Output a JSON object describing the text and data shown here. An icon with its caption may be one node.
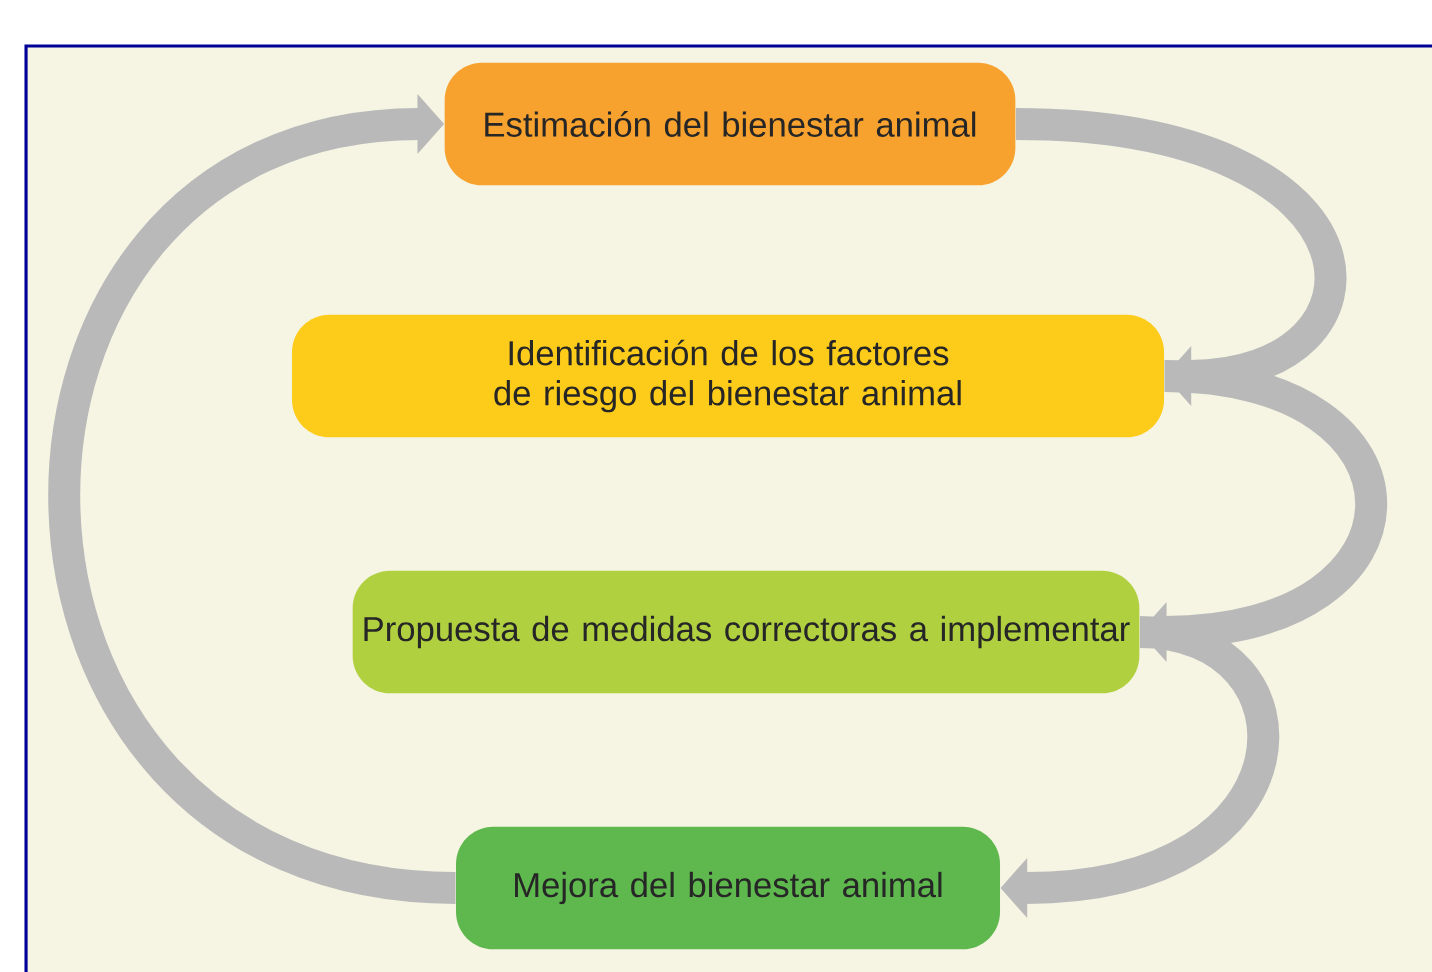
{
  "diagram": {
    "nodes": [
      {
        "text": [
          "Estimación del bienestar animal"
        ]
      },
      {
        "text": [
          "Identificación de los factores de riesgo del bienestar animal"
        ]
      },
      {
        "text": [
          "Propuesta de medidas correctoras a implementar"
        ]
      },
      {
        "text": [
          "Mejora del bienestar animal"
        ]
      }
    ],
    "edges": [
      {
        "from": 0,
        "to": 1,
        "arrow": "to"
      },
      {
        "from": 1,
        "to": 2,
        "arrow": "to"
      },
      {
        "from": 2,
        "to": 3,
        "arrow": "to"
      },
      {
        "from": 3,
        "to": 0,
        "arrow": "to"
      }
    ]
  }
}
